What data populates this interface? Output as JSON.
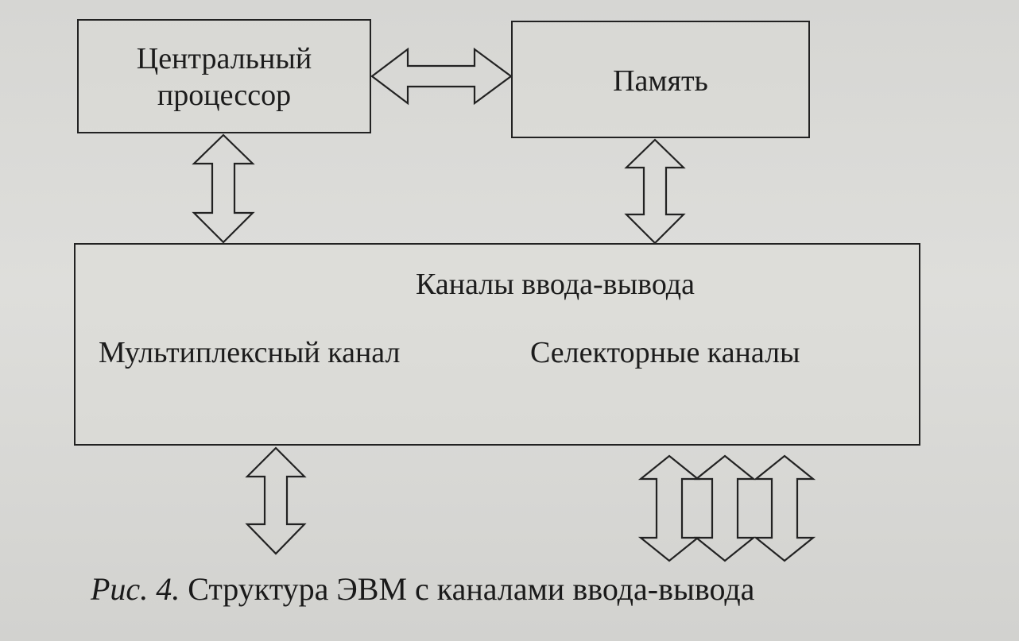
{
  "diagram": {
    "cpu": {
      "label": "Центральный процессор"
    },
    "memory": {
      "label": "Память"
    },
    "channels": {
      "title": "Каналы ввода-вывода",
      "multiplex": "Мультиплексный канал",
      "selector": "Селекторные каналы"
    }
  },
  "caption": {
    "figure": "Рис. 4.",
    "text": " Структура ЭВМ с каналами ввода-вывода"
  }
}
